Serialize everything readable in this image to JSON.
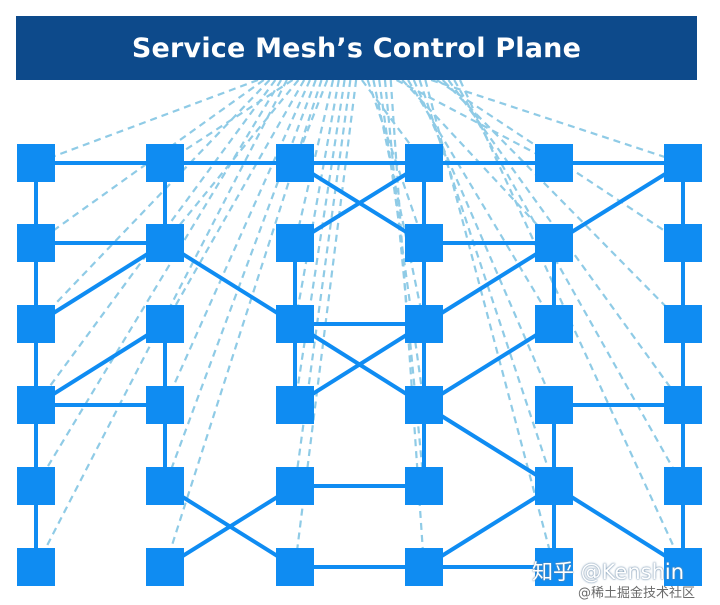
{
  "title": "Service Mesh’s Control Plane",
  "watermark": {
    "primary": "知乎 @Kenshin",
    "secondary": "@稀土掘金技术社区"
  },
  "colors": {
    "banner": "#0d4a8b",
    "node": "#0f8cf2",
    "link": "#0f8cf2",
    "control_link": "#8fcbe6"
  },
  "grid": {
    "columns": 6,
    "rows": 6
  },
  "nodes_note_empty": "",
  "links": [
    [
      [
        0,
        0
      ],
      [
        1,
        0
      ]
    ],
    [
      [
        1,
        0
      ],
      [
        2,
        0
      ]
    ],
    [
      [
        2,
        0
      ],
      [
        3,
        0
      ]
    ],
    [
      [
        3,
        0
      ],
      [
        4,
        0
      ]
    ],
    [
      [
        4,
        0
      ],
      [
        5,
        0
      ]
    ],
    [
      [
        0,
        0
      ],
      [
        0,
        1
      ]
    ],
    [
      [
        0,
        1
      ],
      [
        0,
        2
      ]
    ],
    [
      [
        0,
        2
      ],
      [
        0,
        3
      ]
    ],
    [
      [
        0,
        3
      ],
      [
        0,
        4
      ]
    ],
    [
      [
        0,
        4
      ],
      [
        0,
        5
      ]
    ],
    [
      [
        1,
        0
      ],
      [
        1,
        1
      ]
    ],
    [
      [
        2,
        0
      ],
      [
        3,
        1
      ]
    ],
    [
      [
        3,
        0
      ],
      [
        2,
        1
      ]
    ],
    [
      [
        3,
        0
      ],
      [
        3,
        1
      ]
    ],
    [
      [
        5,
        0
      ],
      [
        5,
        1
      ]
    ],
    [
      [
        5,
        1
      ],
      [
        5,
        2
      ]
    ],
    [
      [
        5,
        2
      ],
      [
        5,
        3
      ]
    ],
    [
      [
        5,
        3
      ],
      [
        5,
        4
      ]
    ],
    [
      [
        5,
        4
      ],
      [
        5,
        5
      ]
    ],
    [
      [
        5,
        0
      ],
      [
        4,
        1
      ]
    ],
    [
      [
        0,
        1
      ],
      [
        1,
        1
      ]
    ],
    [
      [
        0,
        2
      ],
      [
        1,
        1
      ]
    ],
    [
      [
        1,
        1
      ],
      [
        2,
        2
      ]
    ],
    [
      [
        3,
        1
      ],
      [
        4,
        1
      ]
    ],
    [
      [
        3,
        2
      ],
      [
        4,
        1
      ]
    ],
    [
      [
        4,
        1
      ],
      [
        4,
        2
      ]
    ],
    [
      [
        2,
        1
      ],
      [
        2,
        2
      ]
    ],
    [
      [
        2,
        2
      ],
      [
        2,
        3
      ]
    ],
    [
      [
        2,
        2
      ],
      [
        3,
        2
      ]
    ],
    [
      [
        2,
        2
      ],
      [
        3,
        3
      ]
    ],
    [
      [
        3,
        1
      ],
      [
        3,
        2
      ]
    ],
    [
      [
        3,
        2
      ],
      [
        3,
        3
      ]
    ],
    [
      [
        0,
        3
      ],
      [
        1,
        2
      ]
    ],
    [
      [
        0,
        3
      ],
      [
        1,
        3
      ]
    ],
    [
      [
        1,
        3
      ],
      [
        1,
        4
      ]
    ],
    [
      [
        1,
        2
      ],
      [
        1,
        3
      ]
    ],
    [
      [
        2,
        3
      ],
      [
        3,
        2
      ]
    ],
    [
      [
        3,
        3
      ],
      [
        3,
        4
      ]
    ],
    [
      [
        3,
        3
      ],
      [
        4,
        2
      ]
    ],
    [
      [
        4,
        3
      ],
      [
        5,
        3
      ]
    ],
    [
      [
        3,
        3
      ],
      [
        4,
        4
      ]
    ],
    [
      [
        4,
        4
      ],
      [
        5,
        5
      ]
    ],
    [
      [
        1,
        4
      ],
      [
        2,
        5
      ]
    ],
    [
      [
        1,
        5
      ],
      [
        2,
        4
      ]
    ],
    [
      [
        2,
        4
      ],
      [
        3,
        4
      ]
    ],
    [
      [
        2,
        5
      ],
      [
        3,
        5
      ]
    ],
    [
      [
        3,
        5
      ],
      [
        4,
        4
      ]
    ],
    [
      [
        4,
        4
      ],
      [
        4,
        5
      ]
    ],
    [
      [
        3,
        5
      ],
      [
        4,
        5
      ]
    ],
    [
      [
        4,
        3
      ],
      [
        4,
        4
      ]
    ]
  ]
}
